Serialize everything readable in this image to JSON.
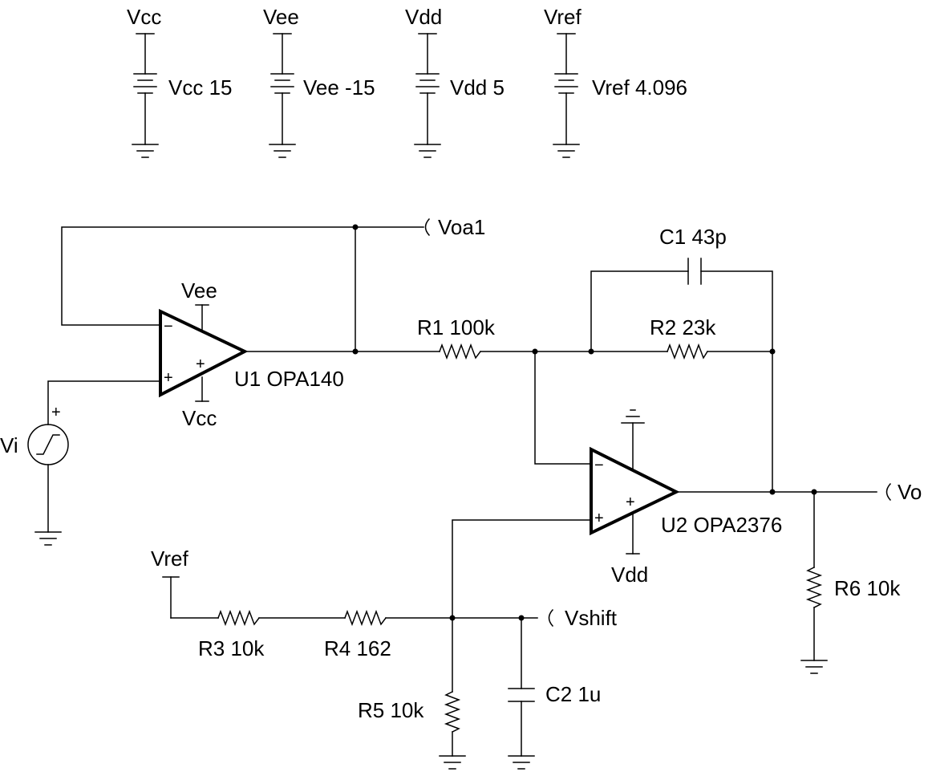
{
  "supplies": [
    {
      "net": "Vcc",
      "label": "Vcc 15"
    },
    {
      "net": "Vee",
      "label": "Vee -15"
    },
    {
      "net": "Vdd",
      "label": "Vdd 5"
    },
    {
      "net": "Vref",
      "label": "Vref 4.096"
    }
  ],
  "opamps": {
    "u1": {
      "label": "U1 OPA140",
      "top_supply": "Vee",
      "bottom_supply": "Vcc",
      "minus": "−",
      "plus": "+",
      "supply_plus": "+"
    },
    "u2": {
      "label": "U2 OPA2376",
      "bottom_supply": "Vdd",
      "minus": "−",
      "plus": "+",
      "supply_plus": "+"
    }
  },
  "components": {
    "r1": "R1 100k",
    "r2": "R2 23k",
    "r3": "R3 10k",
    "r4": "R4 162",
    "r5": "R5 10k",
    "r6": "R6 10k",
    "c1": "C1 43p",
    "c2": "C2 1u"
  },
  "source": {
    "label": "Vi",
    "plus": "+"
  },
  "nets": {
    "voa1": "Voa1",
    "vo": "Vo",
    "vshift": "Vshift",
    "vref": "Vref"
  }
}
